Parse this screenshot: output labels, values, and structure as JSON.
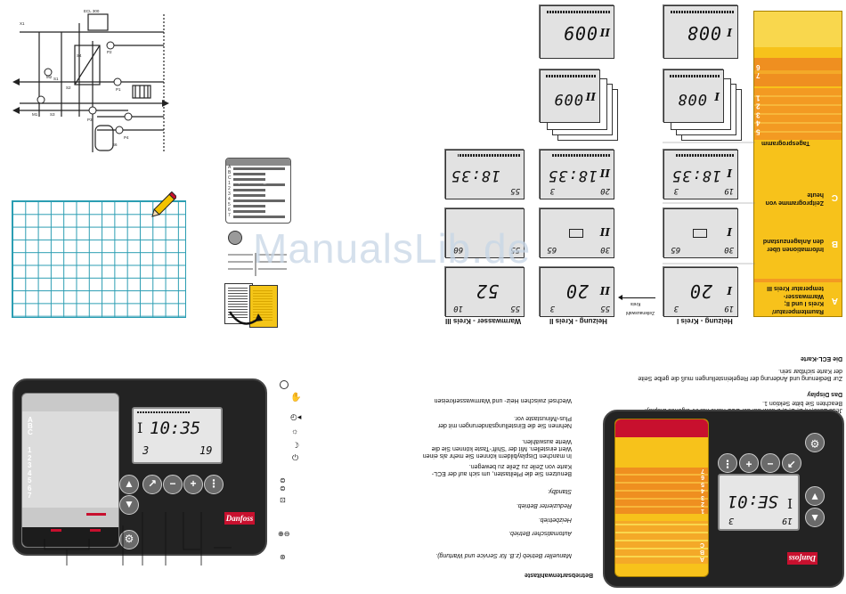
{
  "watermark": "ManualsLib.de",
  "schematic": {
    "controller_label": "ECL 300",
    "labels": [
      "X1",
      "M2",
      "S4",
      "P2",
      "P1",
      "S1",
      "S2",
      "M1",
      "S3",
      "S6",
      "P3",
      "P4"
    ]
  },
  "panel_card": {
    "rows": [
      "A",
      "B",
      "C",
      "1",
      "2",
      "3",
      "4",
      "5",
      "6",
      "7"
    ],
    "col_i": "I",
    "col_ii": "II"
  },
  "left_controller": {
    "card_letters": [
      "A",
      "B",
      "C"
    ],
    "card_numbers": [
      "1",
      "2",
      "3",
      "4",
      "5",
      "6",
      "7"
    ],
    "display_roman": "I",
    "display_time": "10:35",
    "display_bottom_left": "3",
    "display_bottom_right": "19",
    "brand": "Danfoss"
  },
  "screens": {
    "row1": [
      {
        "big": "009",
        "roman": "II"
      },
      {
        "big": "008",
        "roman": "I"
      }
    ],
    "row2": [
      {
        "big": "009",
        "roman": "II"
      },
      {
        "big": "008",
        "roman": "I"
      }
    ],
    "row3": [
      {
        "big": "18:35",
        "roman": "",
        "tl": "55"
      },
      {
        "big": "18:35",
        "roman": "II",
        "tl": "20",
        "tr": "3"
      },
      {
        "big": "18:35",
        "roman": "I",
        "tl": "19",
        "tr": "3"
      }
    ],
    "row4": [
      {
        "tl": "55",
        "tr": "60"
      },
      {
        "tl": "30",
        "tr": "65",
        "roman": "II"
      },
      {
        "tl": "30",
        "tr": "65",
        "roman": "I"
      }
    ],
    "row5": [
      {
        "big": "52",
        "tl": "55",
        "tr": "10"
      },
      {
        "big": "20",
        "tl": "55",
        "tr": "3",
        "roman": "II"
      },
      {
        "big": "20",
        "tl": "19",
        "tr": "3",
        "roman": "I"
      }
    ]
  },
  "headings": {
    "warmwasser_kreis_iii": "Warmwasser - Kreis III",
    "heizung_kreis_ii": "Heizung - Kreis II",
    "heizung_kreis_i": "Heizung - Kreis I"
  },
  "arrows": {
    "small_a": "Kreis",
    "small_b": "Zeilenauswahl"
  },
  "ecl_card": {
    "letters": [
      "A",
      "B",
      "C"
    ],
    "numbers": [
      "1",
      "2",
      "3",
      "4",
      "5",
      "6",
      "7"
    ],
    "sections": [
      {
        "letter": "A",
        "text": "Raumtemperatur/ Kreis I und II; Warmwasser- temperatur Kreis III"
      },
      {
        "letter": "B",
        "text": "Informationen über den Anlagenzustand"
      },
      {
        "letter": "C",
        "text": "Zeitprogramme von heute"
      }
    ],
    "tagesprogramm": "Tagesprogramm"
  },
  "text_blocks": {
    "die_ecl_karte_title": "Die ECL-Karte",
    "die_ecl_karte_body": "Zur Bedienung und Änderung der Regeleinstellungen muß die gelbe Seite der Karte sichtbar sein.",
    "das_display_title": "Das Display",
    "das_display_body": "Jede Zeile, A, B, C, 1, 2 usw. auf der ECL-Karte hat ihr eigenes Display. Beachten Sie bitte Sektion 1.",
    "betrieb_title": "Betriebsartenwahltaste",
    "betrieb_items": [
      "Manueller Betrieb (z.B. für Service und Wartung).",
      "Automatischer Betrieb.",
      "Heizbetrieb.",
      "Reduzierter Betrieb.",
      "Standby."
    ],
    "instructions": [
      "Wechsel zwischen Heiz- und Warmwasserkreisen",
      "Nehmen Sie die Einstellungsänderungen mit der Plus-/Minustaste vor.",
      "In manchen Displaybildern können Sie mehr als einen Wert einstellen. Mit der 'Shift'-Taste können Sie die Werte auswählen.",
      "Benutzen Sie die Pfeiltasten, um sich auf der ECL-Karte von Zeile zu Zeile zu bewegen."
    ]
  },
  "right_controller": {
    "display_roman": "I",
    "display_big": "SE:01",
    "display_tl": "19",
    "display_tr": "3",
    "brand": "Danfoss"
  }
}
